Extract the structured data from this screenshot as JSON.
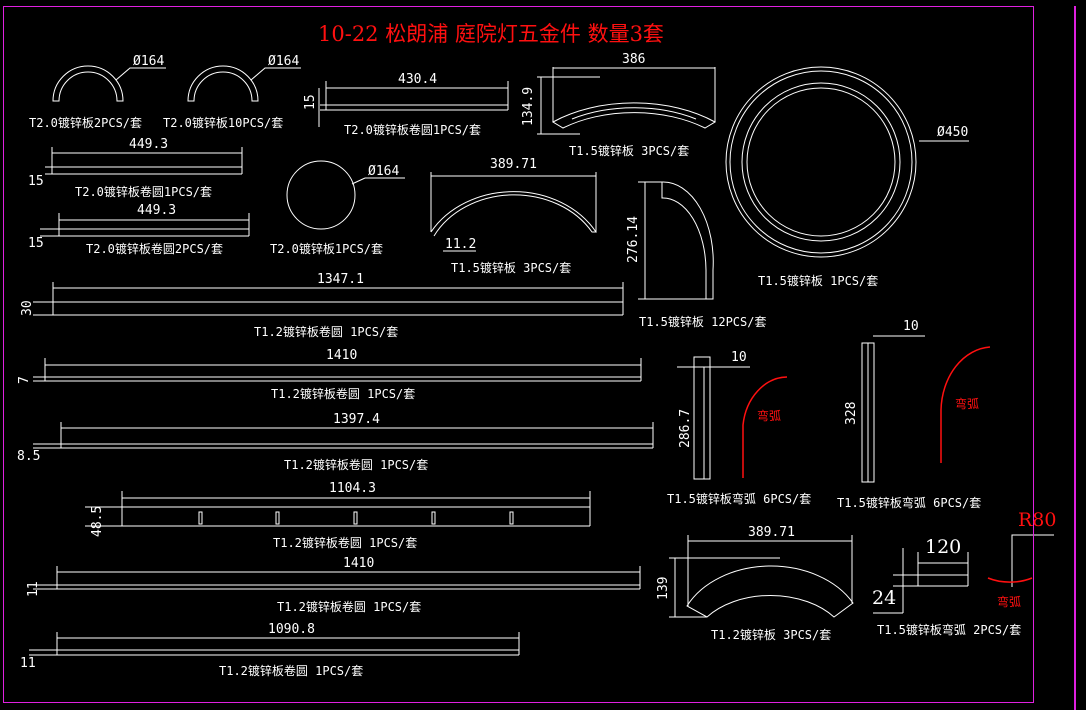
{
  "title": "10-22 松朗浦 庭院灯五金件 数量3套",
  "colors": {
    "background": "#000000",
    "line": "#ffffff",
    "accent_red": "#ff1010",
    "frame": "#e020e0"
  },
  "parts": [
    {
      "id": "p1",
      "label": "T2.0镀锌板2PCS/套",
      "dims": [
        "Ø164"
      ]
    },
    {
      "id": "p2",
      "label": "T2.0镀锌板10PCS/套",
      "dims": [
        "Ø164"
      ]
    },
    {
      "id": "p3",
      "label": "T2.0镀锌板卷圆1PCS/套",
      "dims": [
        "430.4",
        "15"
      ]
    },
    {
      "id": "p4",
      "label": "T1.5镀锌板 3PCS/套",
      "dims": [
        "386",
        "134.9"
      ]
    },
    {
      "id": "p5",
      "label": "T1.5镀锌板 1PCS/套",
      "dims": [
        "Ø450"
      ]
    },
    {
      "id": "p6",
      "label": "T2.0镀锌板卷圆1PCS/套",
      "dims": [
        "449.3",
        "15"
      ]
    },
    {
      "id": "p7",
      "label": "T2.0镀锌板卷圆2PCS/套",
      "dims": [
        "449.3",
        "15"
      ]
    },
    {
      "id": "p8",
      "label": "T2.0镀锌板1PCS/套",
      "dims": [
        "Ø164"
      ]
    },
    {
      "id": "p9",
      "label": "T1.5镀锌板 3PCS/套",
      "dims": [
        "389.71",
        "11.2"
      ]
    },
    {
      "id": "p10",
      "label": "T1.5镀锌板 12PCS/套",
      "dims": [
        "276.14"
      ]
    },
    {
      "id": "p11",
      "label": "T1.2镀锌板卷圆 1PCS/套",
      "dims": [
        "1347.1",
        "30"
      ]
    },
    {
      "id": "p12",
      "label": "T1.2镀锌板卷圆 1PCS/套",
      "dims": [
        "1410",
        "7"
      ]
    },
    {
      "id": "p13",
      "label": "T1.2镀锌板卷圆 1PCS/套",
      "dims": [
        "1397.4",
        "8.5"
      ]
    },
    {
      "id": "p14",
      "label": "T1.2镀锌板卷圆 1PCS/套",
      "dims": [
        "1104.3",
        "48.5"
      ]
    },
    {
      "id": "p15",
      "label": "T1.2镀锌板卷圆 1PCS/套",
      "dims": [
        "1410",
        "11"
      ]
    },
    {
      "id": "p16",
      "label": "T1.2镀锌板卷圆 1PCS/套",
      "dims": [
        "1090.8",
        "11"
      ]
    },
    {
      "id": "p17",
      "label": "T1.5镀锌板弯弧 6PCS/套",
      "dims": [
        "286.7",
        "10"
      ],
      "note": "弯弧"
    },
    {
      "id": "p18",
      "label": "T1.5镀锌板弯弧 6PCS/套",
      "dims": [
        "328",
        "10"
      ],
      "note": "弯弧"
    },
    {
      "id": "p19",
      "label": "T1.2镀锌板  3PCS/套",
      "dims": [
        "389.71",
        "139"
      ]
    },
    {
      "id": "p20",
      "label": "T1.5镀锌板弯弧  2PCS/套",
      "dims": [
        "120",
        "24",
        "R80"
      ],
      "note": "弯弧"
    }
  ]
}
